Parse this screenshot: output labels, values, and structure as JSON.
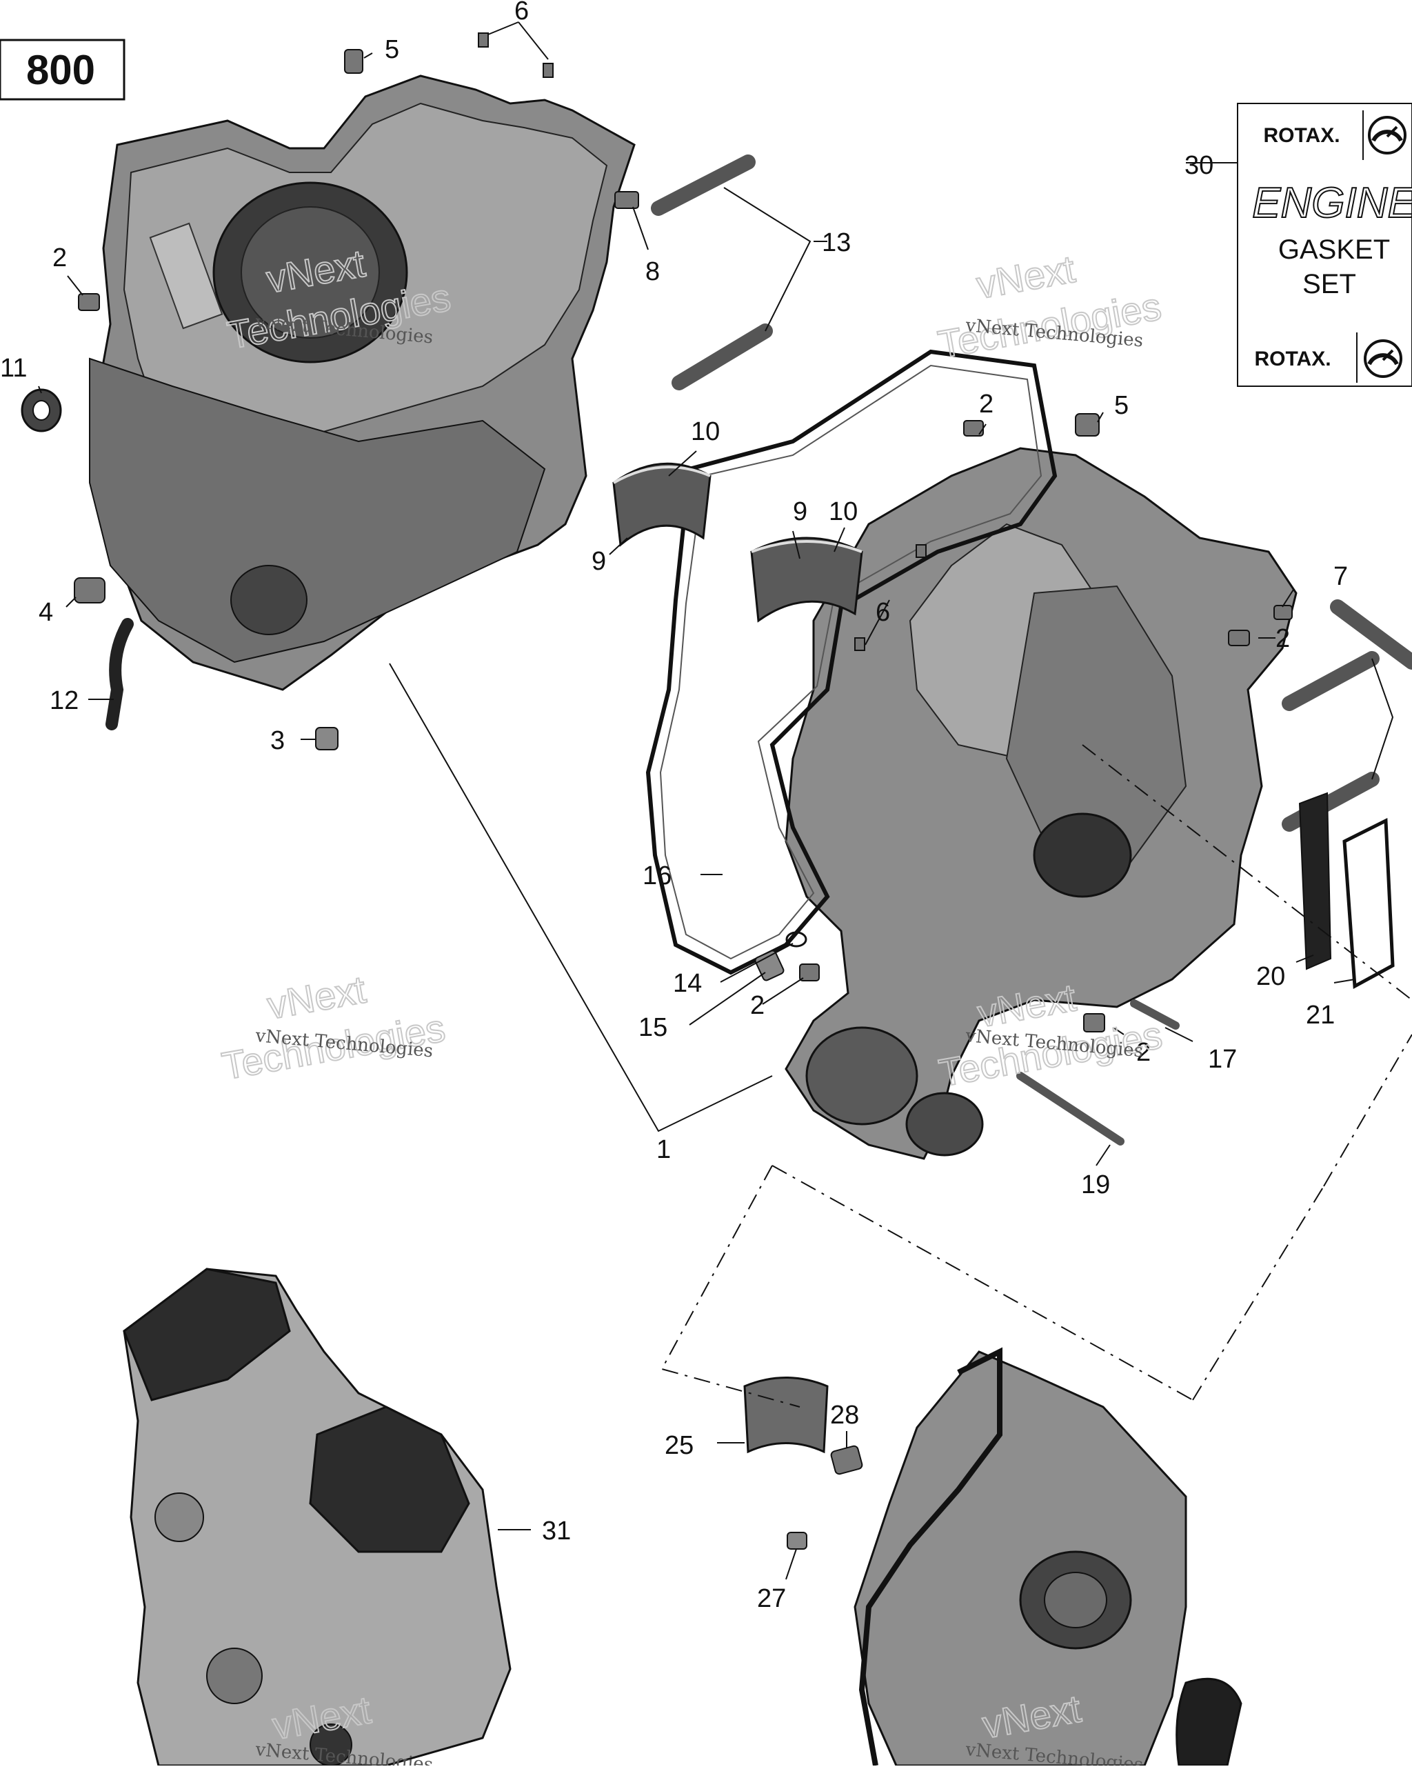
{
  "diagram": {
    "model_label": "800",
    "callouts": {
      "c1": "1",
      "c2a": "2",
      "c2b": "2",
      "c2c": "2",
      "c2d": "2",
      "c2e": "2",
      "c3": "3",
      "c4": "4",
      "c5a": "5",
      "c5b": "5",
      "c6a": "6",
      "c6b": "6",
      "c7": "7",
      "c8": "8",
      "c9a": "9",
      "c9b": "9",
      "c10a": "10",
      "c10b": "10",
      "c11": "11",
      "c12": "12",
      "c13": "13",
      "c14": "14",
      "c15": "15",
      "c16": "16",
      "c17": "17",
      "c19": "19",
      "c20": "20",
      "c21": "21",
      "c25": "25",
      "c27": "27",
      "c28": "28",
      "c30": "30",
      "c31": "31"
    },
    "gasket_set_card": {
      "brand_top": "ROTAX.",
      "line1": "ENGINE",
      "line2": "GASKET",
      "line3": "SET",
      "brand_bottom": "ROTAX."
    },
    "watermark": {
      "big": "vNext",
      "big2": "Technologies",
      "small": "vNext Technologies"
    }
  }
}
